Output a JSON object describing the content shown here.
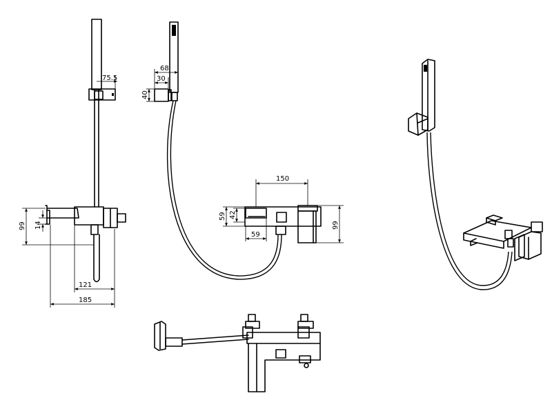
{
  "drawing": {
    "side_view": {
      "dim_bracket_offset": "75.5",
      "dim_spout_height": "99",
      "dim_spout_lip": "14",
      "dim_body_projection": "121",
      "dim_overall_projection": "185"
    },
    "shower_view": {
      "dim_holder_depth": "68",
      "dim_holder_gap": "30",
      "dim_holder_height": "40"
    },
    "front_view": {
      "dim_center_distance": "150",
      "dim_outlet_height": "59",
      "dim_outlet_inner": "42",
      "dim_outlet_width": "59",
      "dim_body_height": "99"
    }
  }
}
